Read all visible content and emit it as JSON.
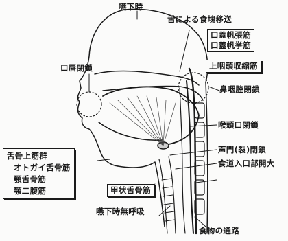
{
  "labels": {
    "swallowing_moment": "嚥下時",
    "tongue_bolus_transport": "舌による食塊移送",
    "tensor_veli_palatini": "口蓋帆張筋",
    "levator_veli_palatini": "口蓋帆挙筋",
    "superior_pharyngeal_constrictor": "上咽頭収縮筋",
    "lip_closure": "口唇閉鎖",
    "nasopharynx_closure": "鼻咽腔閉鎖",
    "laryngeal_inlet_closure": "喉頭口閉鎖",
    "glottis_closure": "声門(裂)閉鎖",
    "suprahyoid_group": "舌骨上筋群",
    "geniohyoid": "オトガイ舌骨筋",
    "mylohyoid": "顎舌骨筋",
    "digastric": "顎二腹筋",
    "esophageal_opening": "食道入口部開大",
    "thyrohyoid": "甲状舌骨筋",
    "swallowing_apnea": "嚥下時無呼吸",
    "food_passage": "食物の通路"
  }
}
